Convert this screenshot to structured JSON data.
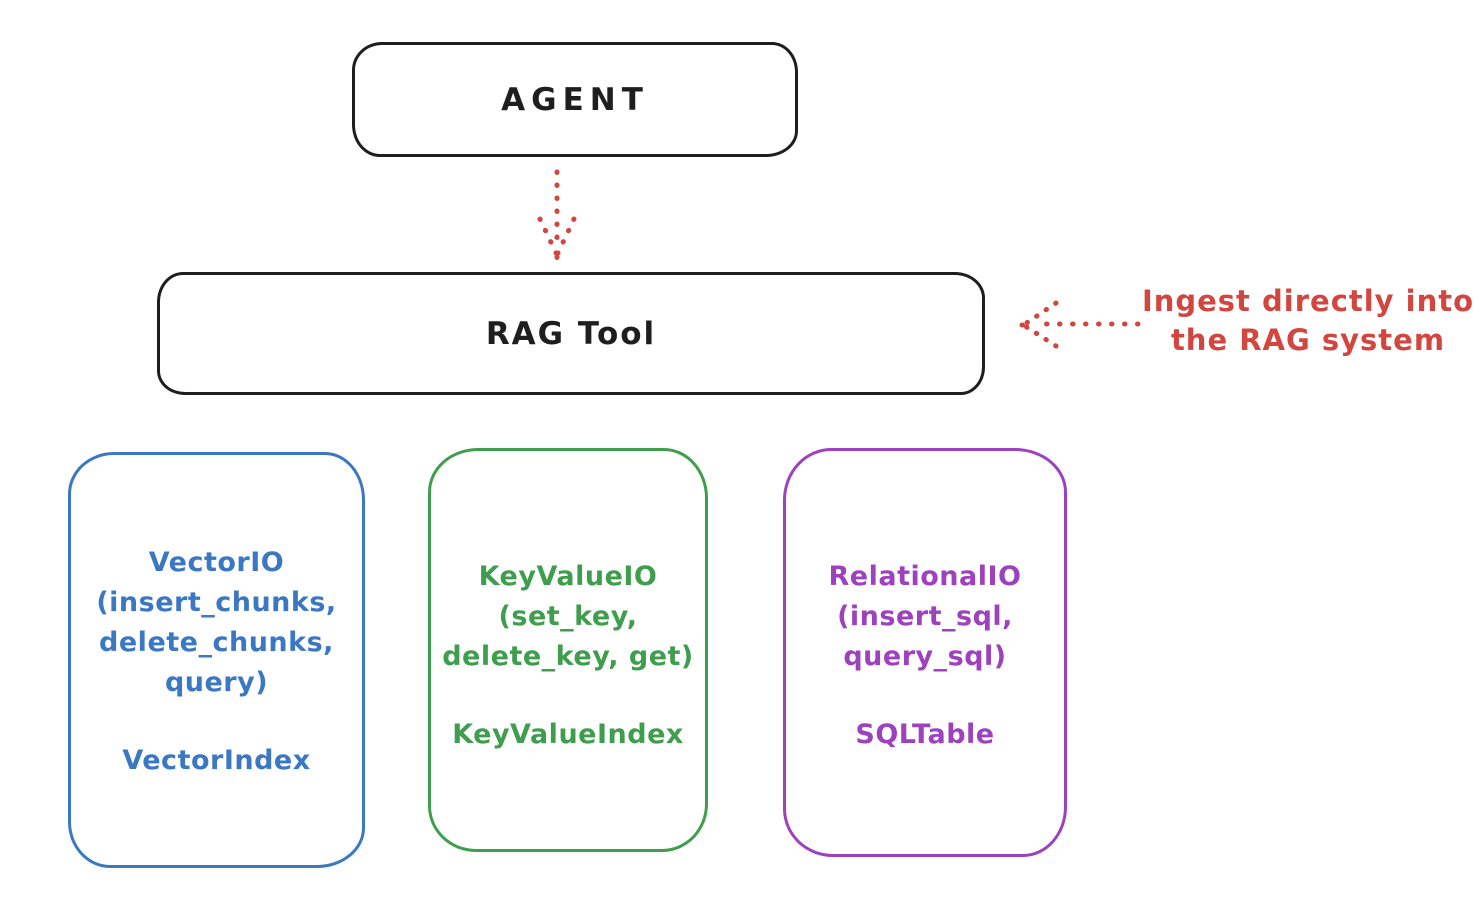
{
  "agent_box": {
    "label": "AGENT"
  },
  "rag_tool_box": {
    "label": "RAG Tool"
  },
  "annotation": {
    "line1": "Ingest directly into",
    "line2": "the RAG system"
  },
  "arrows": {
    "agent_to_rag": "dotted-down-arrow",
    "ingest_annotation": "dotted-left-arrow"
  },
  "io_boxes": [
    {
      "name": "vector-io",
      "lines": [
        "VectorIO",
        "(insert_chunks,",
        "delete_chunks,",
        "query)"
      ],
      "index_label": "VectorIndex",
      "color": "#3b78c4"
    },
    {
      "name": "keyvalue-io",
      "lines": [
        "KeyValueIO",
        "(set_key,",
        "delete_key, get)"
      ],
      "index_label": "KeyValueIndex",
      "color": "#3f9e4d"
    },
    {
      "name": "relational-io",
      "lines": [
        "RelationalIO",
        "(insert_sql,",
        "query_sql)"
      ],
      "index_label": "SQLTable",
      "color": "#9d41bf"
    }
  ],
  "colors": {
    "stroke": "#1e1e1e",
    "red": "#d2463f",
    "blue": "#3b78c4",
    "green": "#3f9e4d",
    "purple": "#9d41bf",
    "background": "#ffffff"
  }
}
